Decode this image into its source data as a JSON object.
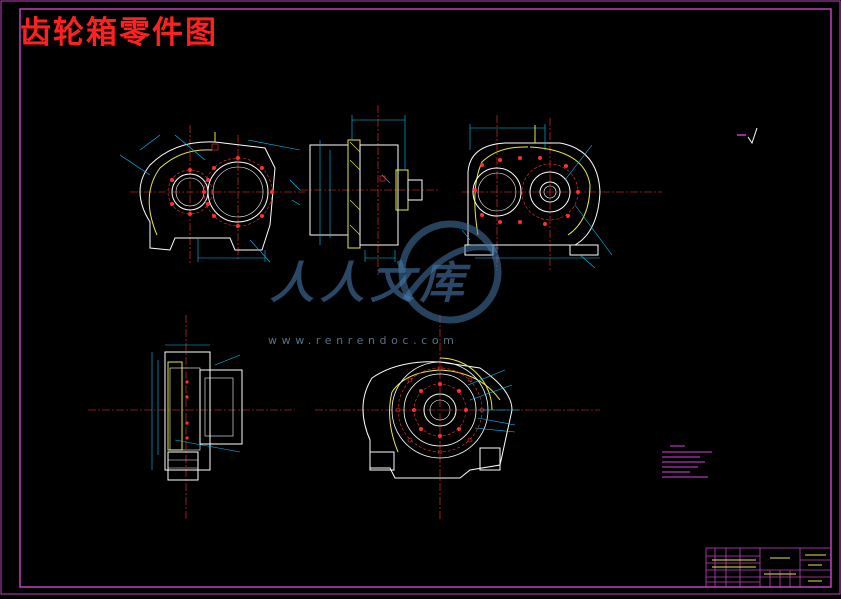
{
  "title": "齿轮箱零件图",
  "watermark": {
    "text": "人人文库",
    "url": "www.renrendoc.com"
  },
  "colors": {
    "background": "#000000",
    "frame": "#c040c0",
    "title": "#ff2020",
    "outline": "#ffffff",
    "dimension": "#00c8ff",
    "centerline": "#ff3030",
    "section_hatch": "#e8e840",
    "hole_pattern": "#ff3030",
    "note": "#e040e0"
  },
  "icons": [
    "surface-roughness-icon",
    "watermark-logo-icon"
  ]
}
